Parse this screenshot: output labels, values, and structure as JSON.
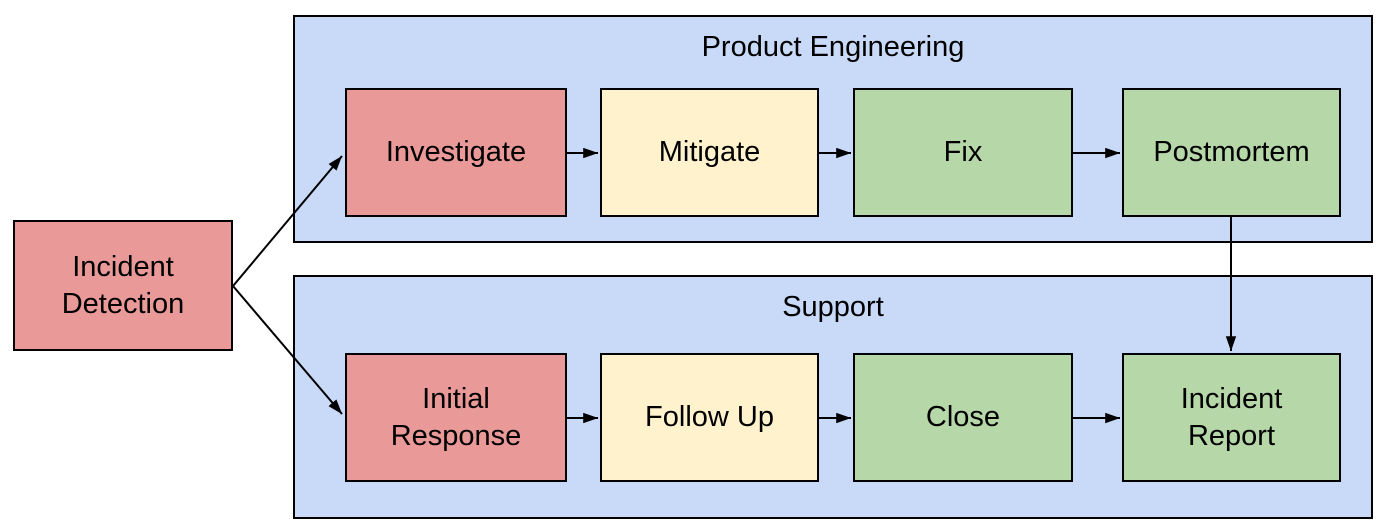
{
  "diagram": {
    "colors": {
      "red": "#EA9999",
      "yellow": "#FFF2CC",
      "green": "#B6D7A8",
      "lane_fill": "#C9DAF8",
      "border": "#000000",
      "background": "#FFFFFF"
    },
    "start_node": {
      "id": "incident-detection",
      "label": "Incident Detection",
      "fill": "#EA9999"
    },
    "lanes": [
      {
        "id": "product-engineering",
        "title": "Product Engineering",
        "fill": "#C9DAF8",
        "nodes": [
          {
            "id": "investigate",
            "label": "Investigate",
            "fill": "#EA9999"
          },
          {
            "id": "mitigate",
            "label": "Mitigate",
            "fill": "#FFF2CC"
          },
          {
            "id": "fix",
            "label": "Fix",
            "fill": "#B6D7A8"
          },
          {
            "id": "postmortem",
            "label": "Postmortem",
            "fill": "#B6D7A8"
          }
        ]
      },
      {
        "id": "support",
        "title": "Support",
        "fill": "#C9DAF8",
        "nodes": [
          {
            "id": "initial-response",
            "label": "Initial Response",
            "fill": "#EA9999"
          },
          {
            "id": "follow-up",
            "label": "Follow Up",
            "fill": "#FFF2CC"
          },
          {
            "id": "close",
            "label": "Close",
            "fill": "#B6D7A8"
          },
          {
            "id": "incident-report",
            "label": "Incident Report",
            "fill": "#B6D7A8"
          }
        ]
      }
    ],
    "edges": [
      {
        "from": "Incident Detection",
        "to": "Investigate"
      },
      {
        "from": "Incident Detection",
        "to": "Initial Response"
      },
      {
        "from": "Investigate",
        "to": "Mitigate"
      },
      {
        "from": "Mitigate",
        "to": "Fix"
      },
      {
        "from": "Fix",
        "to": "Postmortem"
      },
      {
        "from": "Postmortem",
        "to": "Incident Report"
      },
      {
        "from": "Initial Response",
        "to": "Follow Up"
      },
      {
        "from": "Follow Up",
        "to": "Close"
      },
      {
        "from": "Close",
        "to": "Incident Report"
      }
    ]
  }
}
